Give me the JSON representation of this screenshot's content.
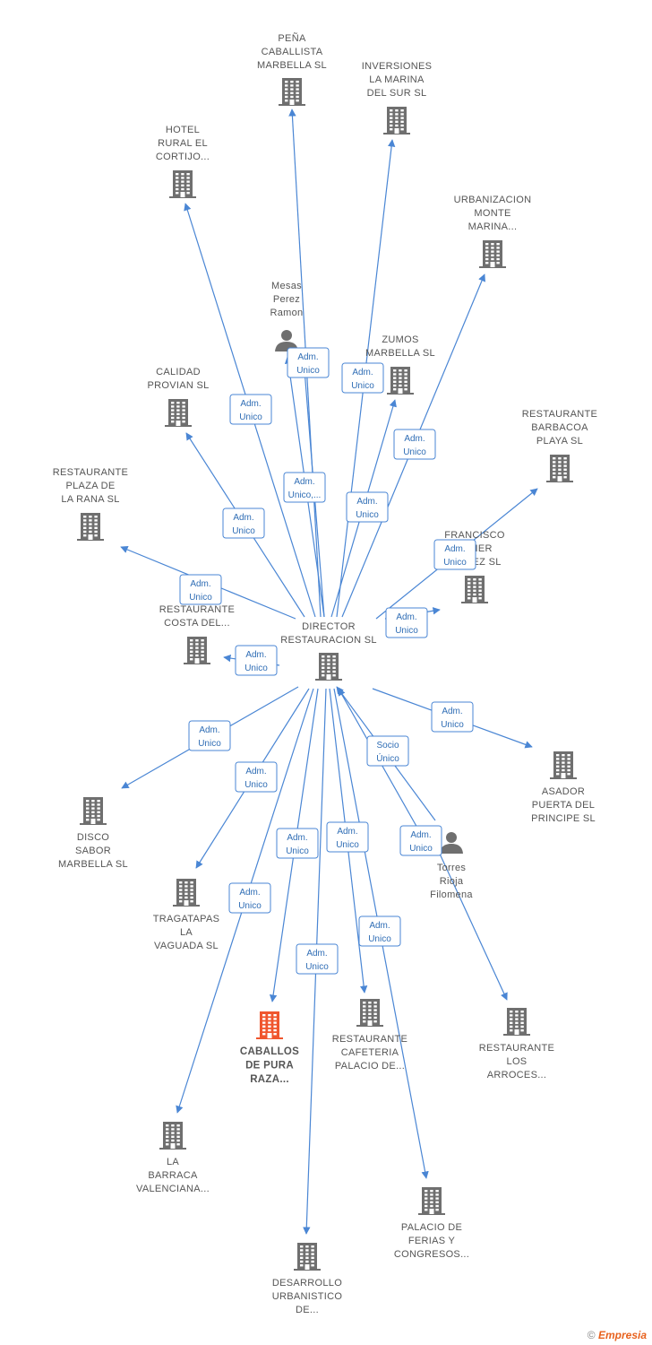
{
  "colors": {
    "edge": "#4a86d4",
    "building": "#6f6f6f",
    "focus": "#f0562e",
    "person": "#6f6f6f"
  },
  "nodes": [
    {
      "id": "center",
      "type": "building",
      "label": [
        "DIRECTOR",
        "RESTAURACION SL"
      ]
    },
    {
      "id": "pena",
      "type": "building",
      "label": [
        "PEÑA",
        "CABALLISTA",
        "MARBELLA  SL"
      ]
    },
    {
      "id": "inversiones",
      "type": "building",
      "label": [
        "INVERSIONES",
        "LA MARINA",
        "DEL SUR SL"
      ]
    },
    {
      "id": "hotel",
      "type": "building",
      "label": [
        "HOTEL",
        "RURAL EL",
        "CORTIJO..."
      ]
    },
    {
      "id": "urbanizacion",
      "type": "building",
      "label": [
        "URBANIZACION",
        "MONTE",
        "MARINA..."
      ]
    },
    {
      "id": "mesas",
      "type": "person",
      "label": [
        "Mesas",
        "Perez",
        "Ramon"
      ]
    },
    {
      "id": "zumos",
      "type": "building",
      "label": [
        "ZUMOS",
        "MARBELLA SL"
      ]
    },
    {
      "id": "calidad",
      "type": "building",
      "label": [
        "CALIDAD",
        "PROVIAN SL"
      ]
    },
    {
      "id": "barbacoa",
      "type": "building",
      "label": [
        "RESTAURANTE",
        "BARBACOA",
        "PLAYA SL"
      ]
    },
    {
      "id": "plaza",
      "type": "building",
      "label": [
        "RESTAURANTE",
        "PLAZA DE",
        "LA RANA SL"
      ]
    },
    {
      "id": "francisco",
      "type": "building",
      "label": [
        "FRANCISCO",
        "JAVIER",
        "GOMEZ  SL"
      ]
    },
    {
      "id": "costa",
      "type": "building",
      "label": [
        "RESTAURANTE",
        "COSTA DEL..."
      ]
    },
    {
      "id": "asador",
      "type": "building",
      "label": [
        "ASADOR",
        "PUERTA DEL",
        "PRINCIPE SL"
      ]
    },
    {
      "id": "disco",
      "type": "building",
      "label": [
        "DISCO",
        "SABOR",
        "MARBELLA SL"
      ]
    },
    {
      "id": "torres",
      "type": "person",
      "label": [
        "Torres",
        "Rioja",
        "Filomena"
      ]
    },
    {
      "id": "tragatapas",
      "type": "building",
      "label": [
        "TRAGATAPAS",
        "LA",
        "VAGUADA  SL"
      ]
    },
    {
      "id": "caballos",
      "type": "focus",
      "label": [
        "CABALLOS",
        "DE PURA",
        "RAZA..."
      ]
    },
    {
      "id": "cafeteria",
      "type": "building",
      "label": [
        "RESTAURANTE",
        "CAFETERIA",
        "PALACIO DE..."
      ]
    },
    {
      "id": "arroces",
      "type": "building",
      "label": [
        "RESTAURANTE",
        "LOS",
        "ARROCES..."
      ]
    },
    {
      "id": "barraca",
      "type": "building",
      "label": [
        "LA",
        "BARRACA",
        "VALENCIANA..."
      ]
    },
    {
      "id": "palacio",
      "type": "building",
      "label": [
        "PALACIO DE",
        "FERIAS Y",
        "CONGRESOS..."
      ]
    },
    {
      "id": "desarrollo",
      "type": "building",
      "label": [
        "DESARROLLO",
        "URBANISTICO",
        "DE..."
      ]
    }
  ],
  "edges": [
    {
      "label": [
        "Adm.",
        "Unico"
      ]
    },
    {
      "label": [
        "Adm.",
        "Unico"
      ]
    },
    {
      "label": [
        "Adm.",
        "Unico"
      ]
    },
    {
      "label": [
        "Adm.",
        "Unico"
      ]
    },
    {
      "label": [
        "Adm.",
        "Unico"
      ]
    },
    {
      "label": [
        "Adm.",
        "Unico,..."
      ]
    },
    {
      "label": [
        "Adm.",
        "Unico"
      ]
    },
    {
      "label": [
        "Adm.",
        "Unico"
      ]
    },
    {
      "label": [
        "Adm.",
        "Unico"
      ]
    },
    {
      "label": [
        "Adm.",
        "Unico"
      ]
    },
    {
      "label": [
        "Adm.",
        "Unico"
      ]
    },
    {
      "label": [
        "Adm.",
        "Unico"
      ]
    },
    {
      "label": [
        "Adm.",
        "Unico"
      ]
    },
    {
      "label": [
        "Adm.",
        "Unico"
      ]
    },
    {
      "label": [
        "Adm.",
        "Unico"
      ]
    },
    {
      "label": [
        "Socio",
        "Único"
      ]
    },
    {
      "label": [
        "Adm.",
        "Unico"
      ]
    },
    {
      "label": [
        "Adm.",
        "Unico"
      ]
    },
    {
      "label": [
        "Adm.",
        "Unico"
      ]
    },
    {
      "label": [
        "Adm.",
        "Unico"
      ]
    },
    {
      "label": [
        "Adm.",
        "Unico"
      ]
    },
    {
      "label": [
        "Adm.",
        "Unico"
      ]
    },
    {
      "label": [
        "Adm.",
        "Unico"
      ]
    }
  ],
  "footer": {
    "copyright": "©",
    "brand": "Empresia"
  }
}
